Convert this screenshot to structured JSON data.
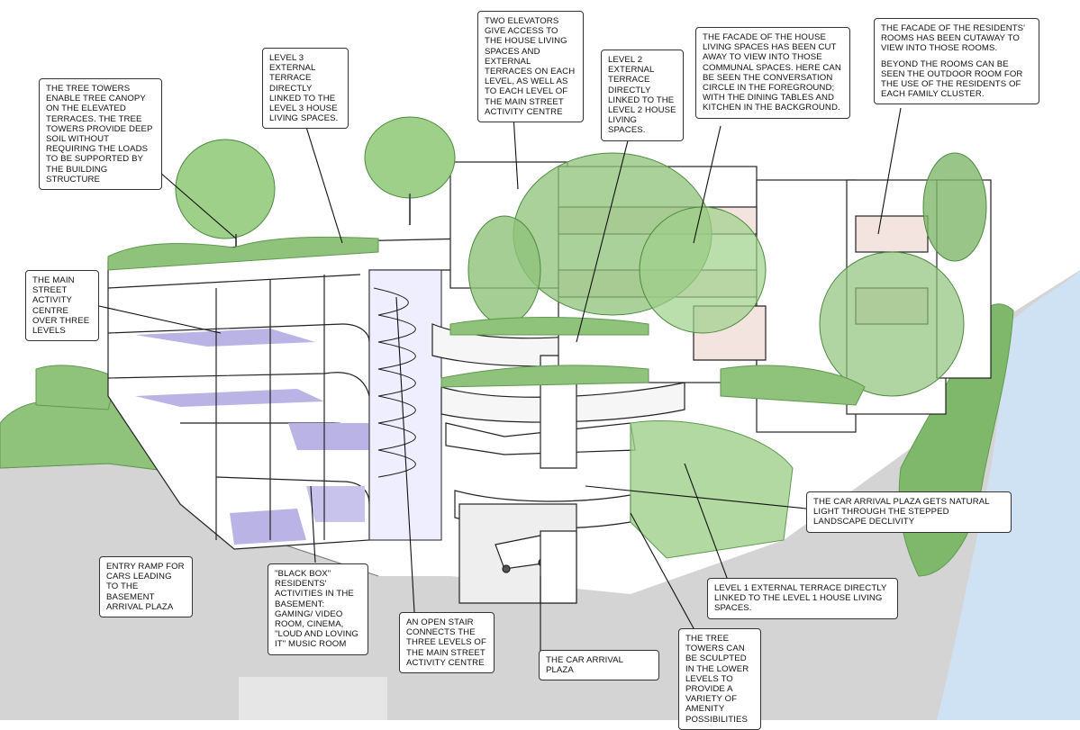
{
  "colors": {
    "foliage": "#8fc27a",
    "foliage_dark": "#5f9a4f",
    "tree_canopy": "#9ed08a",
    "activity_floor": "#b9b3e6",
    "ground": "#d2d2d2",
    "water": "#cfe2f3",
    "building": "#ffffff",
    "terrace": "#f3e4df"
  },
  "callouts": {
    "tree_towers_canopy": "THE TREE TOWERS ENABLE TREE CANOPY ON THE ELEVATED TERRACES. THE TREE TOWERS PROVIDE DEEP SOIL WITHOUT REQUIRING THE LOADS TO BE SUPPORTED BY THE BUILDING STRUCTURE",
    "level3_terrace": "LEVEL 3 EXTERNAL TERRACE DIRECTLY LINKED TO THE LEVEL 3 HOUSE LIVING SPACES.",
    "two_elevators": "TWO ELEVATORS GIVE ACCESS TO THE HOUSE LIVING SPACES AND EXTERNAL TERRACES ON EACH LEVEL, AS WELL AS TO EACH LEVEL OF THE MAIN STREET ACTIVITY CENTRE",
    "level2_terrace": "LEVEL 2 EXTERNAL TERRACE DIRECTLY LINKED TO THE LEVEL 2 HOUSE LIVING SPACES.",
    "facade_living": "THE FACADE OF THE HOUSE LIVING SPACES HAS BEEN CUT AWAY TO VIEW INTO THOSE COMMUNAL SPACES. HERE CAN BE SEEN THE CONVERSATION CIRCLE IN THE FOREGROUND; WITH THE DINING TABLES AND KITCHEN IN THE BACKGROUND.",
    "facade_rooms_1": "THE FACADE OF THE RESIDENTS' ROOMS HAS BEEN CUTAWAY TO VIEW INTO THOSE ROOMS.",
    "facade_rooms_2": "BEYOND THE ROOMS CAN BE SEEN THE OUTDOOR ROOM FOR THE USE OF THE RESIDENTS OF EACH FAMILY CLUSTER.",
    "main_street": "THE MAIN STREET ACTIVITY CENTRE OVER THREE LEVELS",
    "car_plaza_light": "THE CAR ARRIVAL PLAZA GETS NATURAL LIGHT THROUGH THE STEPPED LANDSCAPE DECLIVITY",
    "level1_terrace": "LEVEL 1 EXTERNAL TERRACE DIRECTLY LINKED TO THE LEVEL 1 HOUSE LIVING SPACES.",
    "entry_ramp": "ENTRY RAMP FOR CARS LEADING TO THE BASEMENT ARRIVAL PLAZA",
    "black_box": "\"BLACK BOX\" RESIDENTS' ACTIVITIES IN THE BASEMENT: GAMING/ VIDEO ROOM, CINEMA, \"LOUD AND LOVING IT\" MUSIC ROOM",
    "open_stair": "AN OPEN STAIR CONNECTS THE THREE LEVELS OF THE MAIN STREET ACTIVITY CENTRE",
    "car_plaza": "THE CAR ARRIVAL PLAZA",
    "tree_towers_sculpted": "THE TREE TOWERS CAN BE SCULPTED IN THE LOWER LEVELS TO PROVIDE A VARIETY OF AMENITY POSSIBILITIES"
  }
}
